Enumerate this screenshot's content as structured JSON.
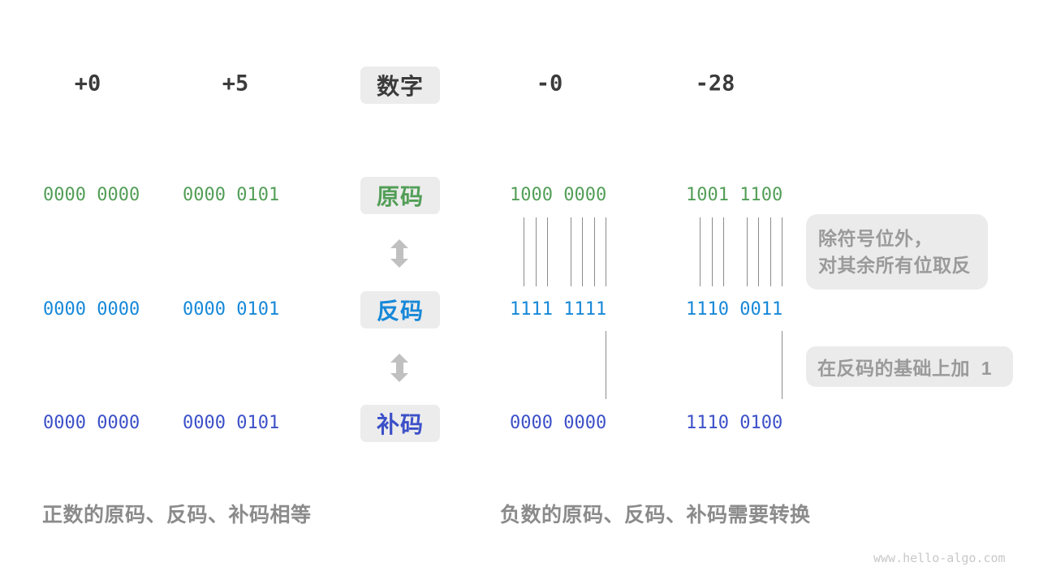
{
  "header": {
    "numbers": [
      "+0",
      "+5",
      "-0",
      "-28"
    ],
    "label": "数字"
  },
  "rows": [
    {
      "label": "原码",
      "color": "#529e57",
      "values": [
        "0000 0000",
        "0000 0101",
        "1000 0000",
        "1001 1100"
      ]
    },
    {
      "label": "反码",
      "color": "#1788d8",
      "values": [
        "0000 0000",
        "0000 0101",
        "1111 1111",
        "1110 0011"
      ]
    },
    {
      "label": "补码",
      "color": "#3c50c8",
      "values": [
        "0000 0000",
        "0000 0101",
        "0000 0000",
        "1110 0100"
      ]
    }
  ],
  "annotations": [
    {
      "lines": [
        "除符号位外，",
        "对其余所有位取反"
      ]
    },
    {
      "lines": [
        "在反码的基础上加  1"
      ]
    }
  ],
  "captions": {
    "left": "正数的原码、反码、补码相等",
    "right": "负数的原码、反码、补码需要转换"
  },
  "watermark": "www.hello-algo.com",
  "colors": {
    "sign_magnitude_green": "#529e57",
    "ones_complement_blue": "#1788d8",
    "twos_complement_indigo": "#3c50c8",
    "header_text": "#3b3b3b",
    "label_box_bg": "#ececec",
    "annotation_bg": "#ebebeb",
    "annotation_text": "#9a9a9a",
    "caption_text": "#8b8b8b",
    "tick_line": "#8c8c8c",
    "arrow": "#c0c0c0",
    "watermark_text": "#c8c8c8"
  }
}
